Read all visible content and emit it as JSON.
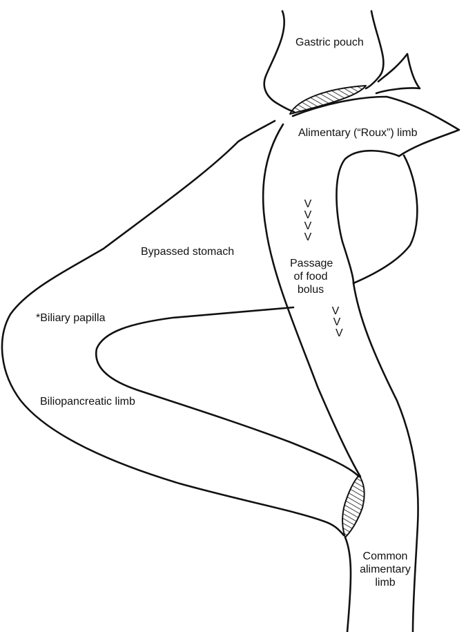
{
  "labels": {
    "gastric_pouch": "Gastric pouch",
    "roux_limb": "Alimentary (“Roux”) limb",
    "bypassed_stomach": "Bypassed stomach",
    "passage_line1": "Passage",
    "passage_line2": "of food",
    "passage_line3": "bolus",
    "biliary_papilla": "*Biliary papilla",
    "biliopancreatic_limb": "Biliopancreatic limb",
    "common_line1": "Common",
    "common_line2": "alimentary",
    "common_line3": "limb"
  },
  "arrows": {
    "glyph": "V",
    "upper_count": 4,
    "lower_count": 3
  },
  "colors": {
    "stroke": "#111111",
    "background": "#ffffff"
  }
}
